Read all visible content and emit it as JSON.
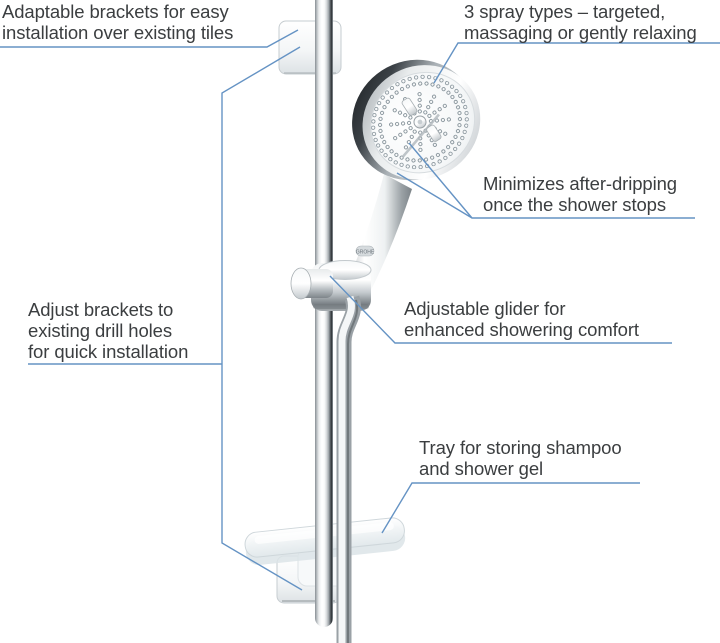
{
  "figure": {
    "type": "annotated product diagram",
    "subject": "shower rail set with hand shower, glider and tray"
  },
  "colors": {
    "background": "#ffffff",
    "leader_line": "#6593c4",
    "text": "#3b3e40"
  },
  "brand_badge": "GROHE",
  "callouts": [
    {
      "id": "adaptable-brackets",
      "lines": [
        "Adaptable brackets for easy",
        "installation over existing tiles"
      ]
    },
    {
      "id": "spray-types",
      "lines": [
        "3 spray types – targeted,",
        "massaging or gently relaxing"
      ]
    },
    {
      "id": "after-dripping",
      "lines": [
        "Minimizes after-dripping",
        "once the shower stops"
      ]
    },
    {
      "id": "adjustable-glider",
      "lines": [
        "Adjustable glider for",
        "enhanced showering comfort"
      ]
    },
    {
      "id": "adjust-brackets",
      "lines": [
        "Adjust brackets to",
        "existing drill holes",
        "for quick installation"
      ]
    },
    {
      "id": "tray",
      "lines": [
        "Tray for storing shampoo",
        "and shower gel"
      ]
    }
  ]
}
